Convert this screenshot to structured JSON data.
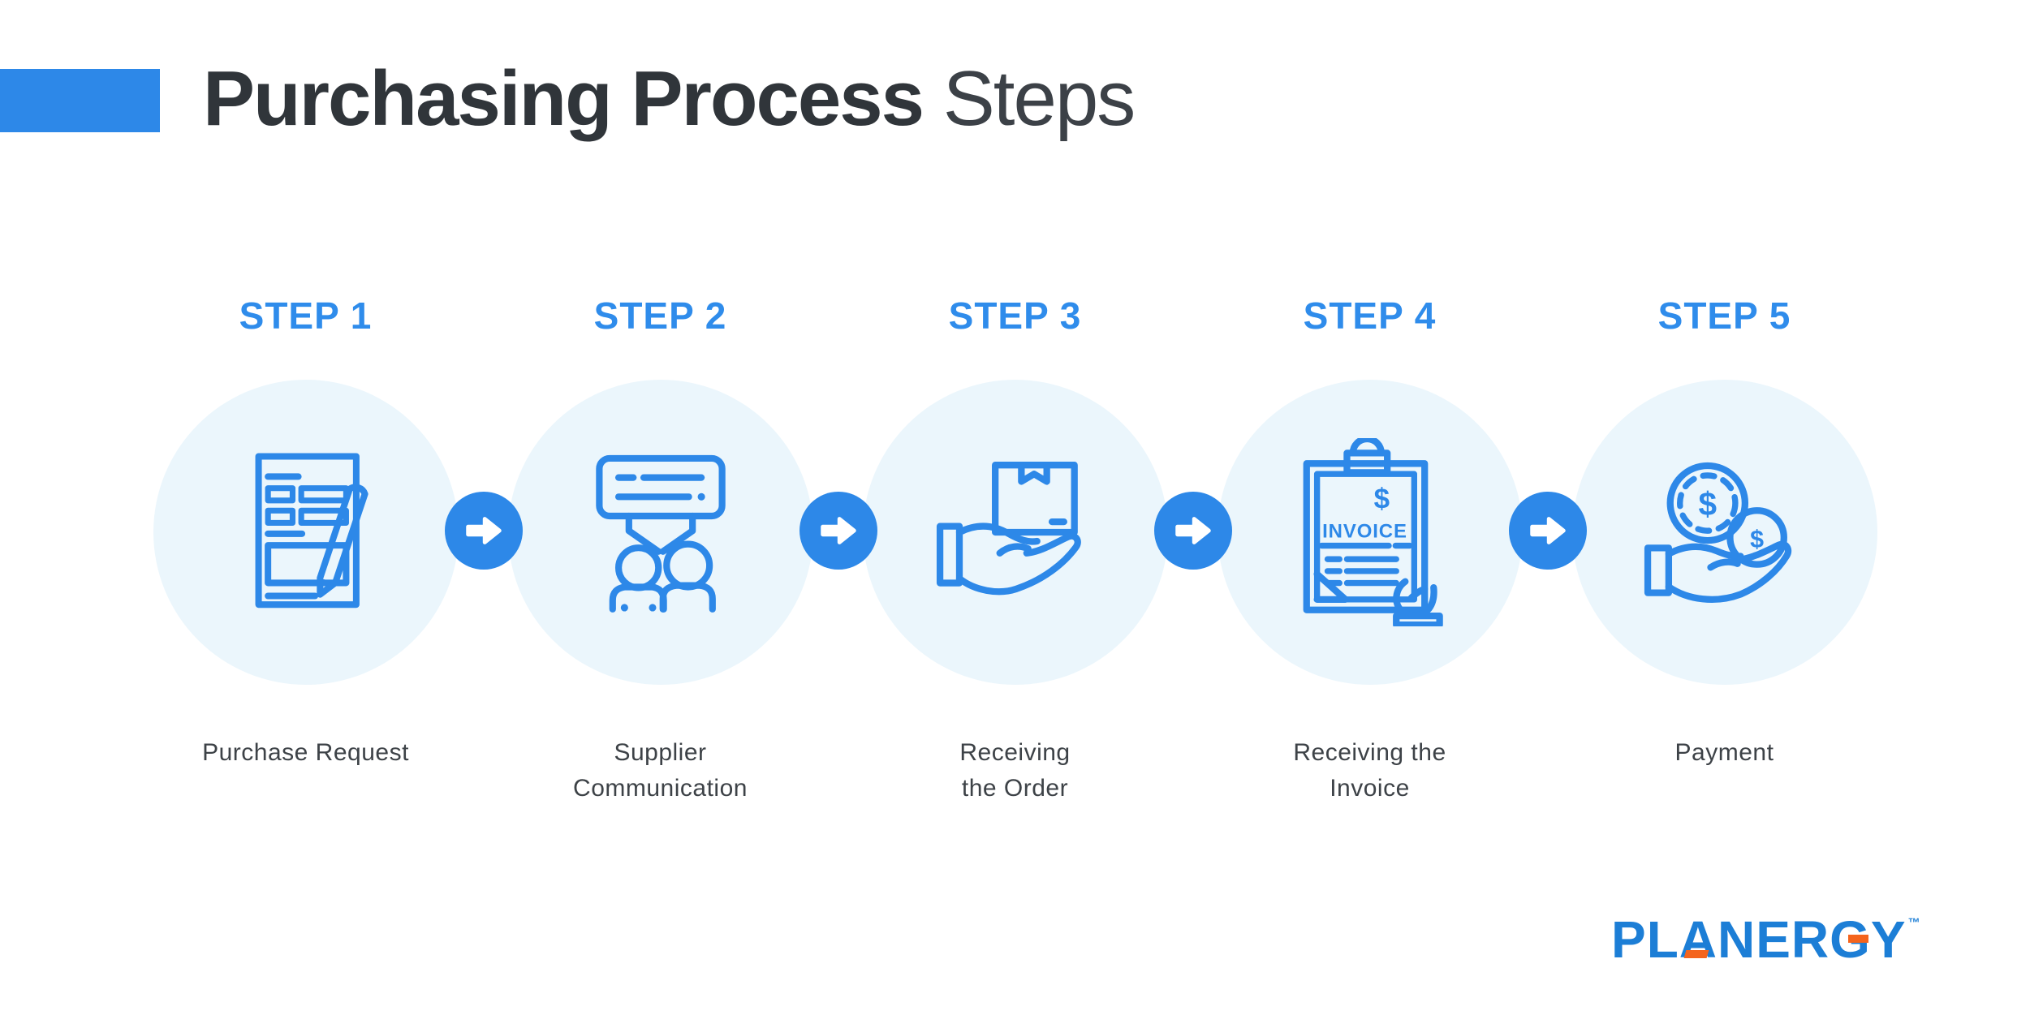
{
  "header": {
    "title_bold": "Purchasing Process",
    "title_light": "Steps"
  },
  "steps": [
    {
      "heading": "STEP 1",
      "label": "Purchase Request",
      "icon": "purchase-request-document-icon"
    },
    {
      "heading": "STEP 2",
      "label": "Supplier\nCommunication",
      "icon": "supplier-communication-chat-icon"
    },
    {
      "heading": "STEP 3",
      "label": "Receiving\nthe Order",
      "icon": "receive-order-hand-box-icon"
    },
    {
      "heading": "STEP 4",
      "label": "Receiving the\nInvoice",
      "icon": "receive-invoice-clipboard-icon"
    },
    {
      "heading": "STEP 5",
      "label": "Payment",
      "icon": "payment-hand-coins-icon"
    }
  ],
  "invoice_graphic": {
    "label": "INVOICE",
    "currency": "$"
  },
  "payment_graphic": {
    "currency_large": "$",
    "currency_small": "$"
  },
  "logo": {
    "text": "PLANERGY",
    "letters": [
      "P",
      "L",
      "A",
      "N",
      "E",
      "R",
      "G",
      "Y"
    ],
    "tm": "™"
  },
  "colors": {
    "accent_blue": "#2d88e8",
    "circle_background": "#ebf6fc",
    "title_dark": "#30353a",
    "caption_gray": "#3d4247",
    "logo_blue": "#1c7ed6",
    "logo_orange": "#f4641d"
  }
}
